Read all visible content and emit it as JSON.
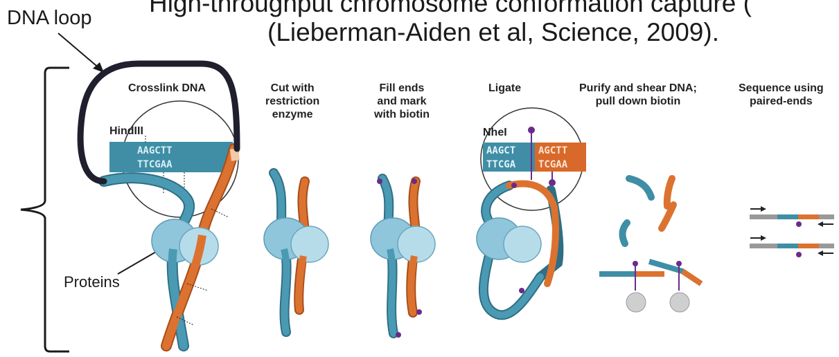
{
  "title": {
    "line1": "High-throughput chromosome conformation capture (",
    "line2": "(Lieberman-Aiden et al, Science, 2009)."
  },
  "annotations": {
    "dna_loop": "DNA loop",
    "proteins": "Proteins"
  },
  "steps": [
    {
      "label": "Crosslink DNA"
    },
    {
      "label": "Cut with\nrestriction\nenzyme"
    },
    {
      "label": "Fill ends\nand mark\nwith biotin"
    },
    {
      "label": "Ligate"
    },
    {
      "label": "Purify and shear DNA;\npull down biotin"
    },
    {
      "label": "Sequence using\npaired-ends"
    }
  ],
  "enzymes": {
    "hindiii": "HindIII",
    "nhei": "NheI"
  },
  "sequences": {
    "hindiii_top": "AAGCTT",
    "hindiii_bottom": "TTCGAA",
    "ligate_top_left": "AAGCT",
    "ligate_top_right": "AGCTT",
    "ligate_bottom_left": "TTCGA",
    "ligate_bottom_right": "TCGAA"
  },
  "colors": {
    "blue_strand": "#3d8aa3",
    "orange_strand": "#d4682a",
    "protein": "#a9d7e8",
    "biotin": "#6a2b8a",
    "loop": "#1f1f2e"
  }
}
